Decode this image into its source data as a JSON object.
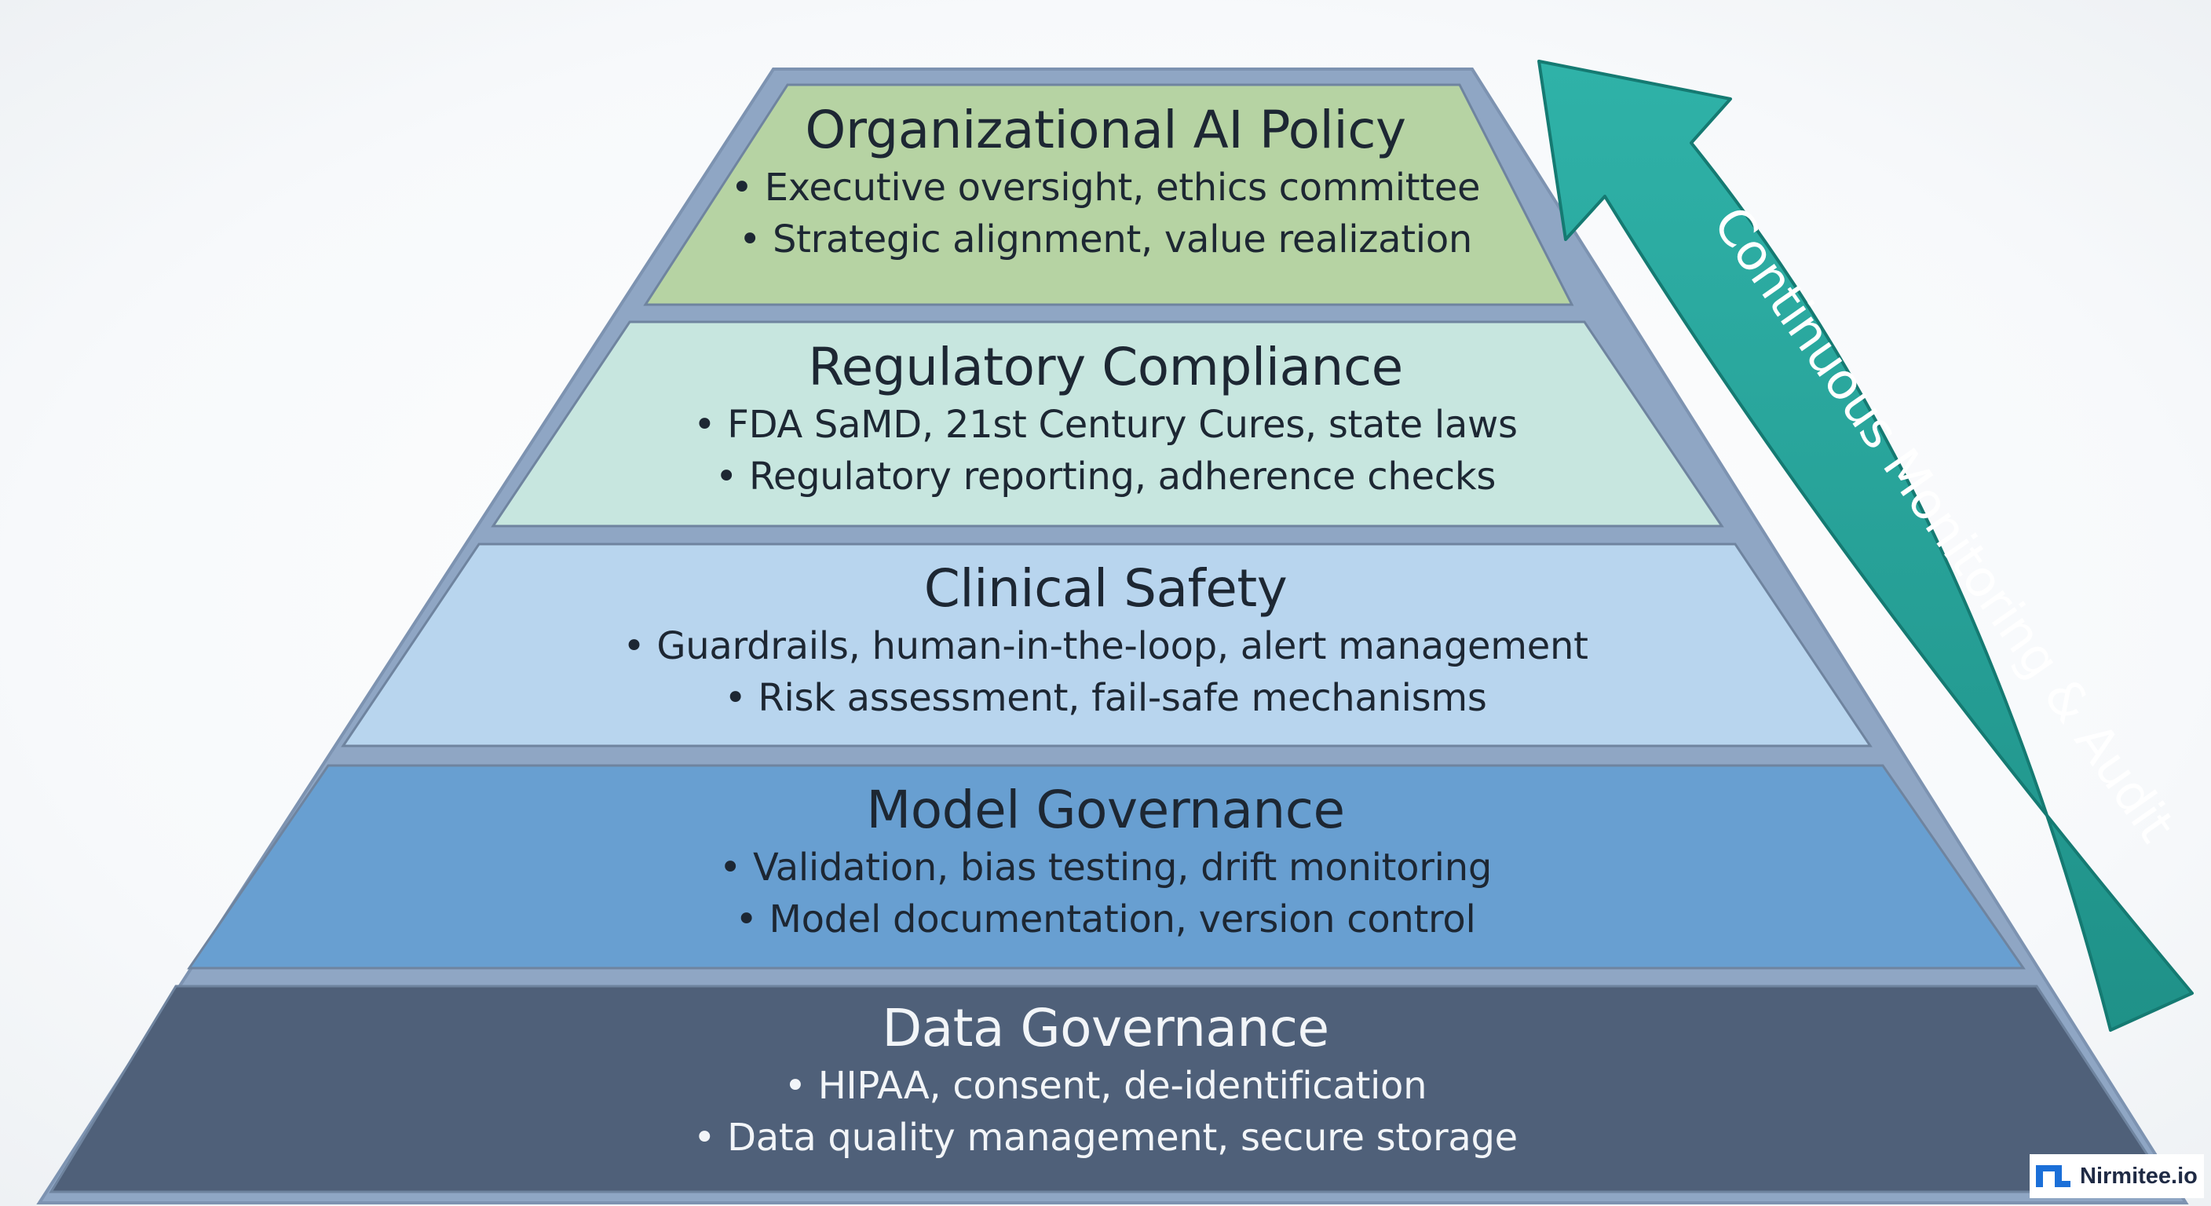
{
  "tiers": [
    {
      "title": "Organizational AI Policy",
      "bullets": [
        "Executive oversight, ethics committee",
        "Strategic alignment, value realization"
      ],
      "color": "#b6d3a3"
    },
    {
      "title": "Regulatory Compliance",
      "bullets": [
        "FDA SaMD, 21st Century Cures, state laws",
        "Regulatory reporting, adherence checks"
      ],
      "color": "#c7e6df"
    },
    {
      "title": "Clinical Safety",
      "bullets": [
        "Guardrails, human-in-the-loop, alert management",
        "Risk assessment, fail-safe mechanisms"
      ],
      "color": "#b8d5ee"
    },
    {
      "title": "Model Governance",
      "bullets": [
        "Validation, bias testing, drift monitoring",
        "Model documentation, version control"
      ],
      "color": "#689fd1"
    },
    {
      "title": "Data Governance",
      "bullets": [
        "HIPAA, consent, de-identification",
        "Data quality management, secure storage"
      ],
      "color": "#4f6079"
    }
  ],
  "arrow": {
    "label": "Continuous Monitoring & Audit",
    "color": "#2aa39a"
  },
  "pyramid_frame_color": "#8fa6c4",
  "logo": {
    "text": "Nirmitee.io",
    "icon": "nirmitee-logo-icon"
  }
}
